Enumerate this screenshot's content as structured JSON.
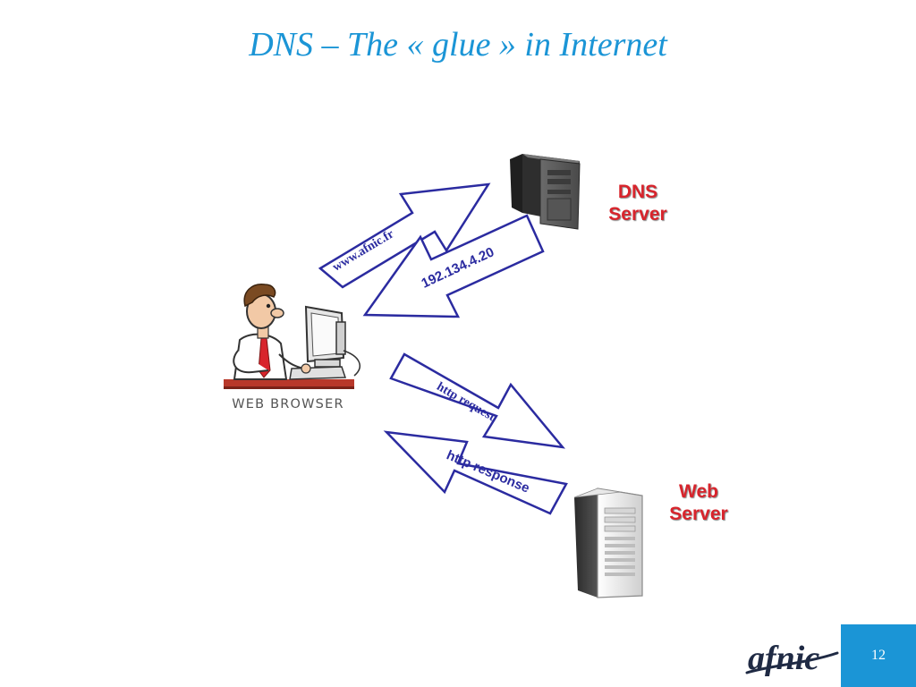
{
  "slide": {
    "title": "DNS – The « glue » in Internet",
    "page_number": "12"
  },
  "logo": {
    "text": "afnic"
  },
  "nodes": {
    "web_browser": {
      "label": "WEB BROWSER"
    },
    "dns_server": {
      "line1": "DNS",
      "line2": "Server"
    },
    "web_server": {
      "line1": "Web",
      "line2": "Server"
    }
  },
  "arrows": {
    "dns_query": {
      "label": "www.afnic.fr"
    },
    "dns_answer": {
      "label": "192.134.4.20"
    },
    "http_request": {
      "label": "http request"
    },
    "http_response": {
      "label": "http response"
    }
  },
  "colors": {
    "title": "#1b95d6",
    "server_label": "#d8242c",
    "arrow_outline": "#2b2ba0",
    "page_box": "#1b95d6"
  }
}
